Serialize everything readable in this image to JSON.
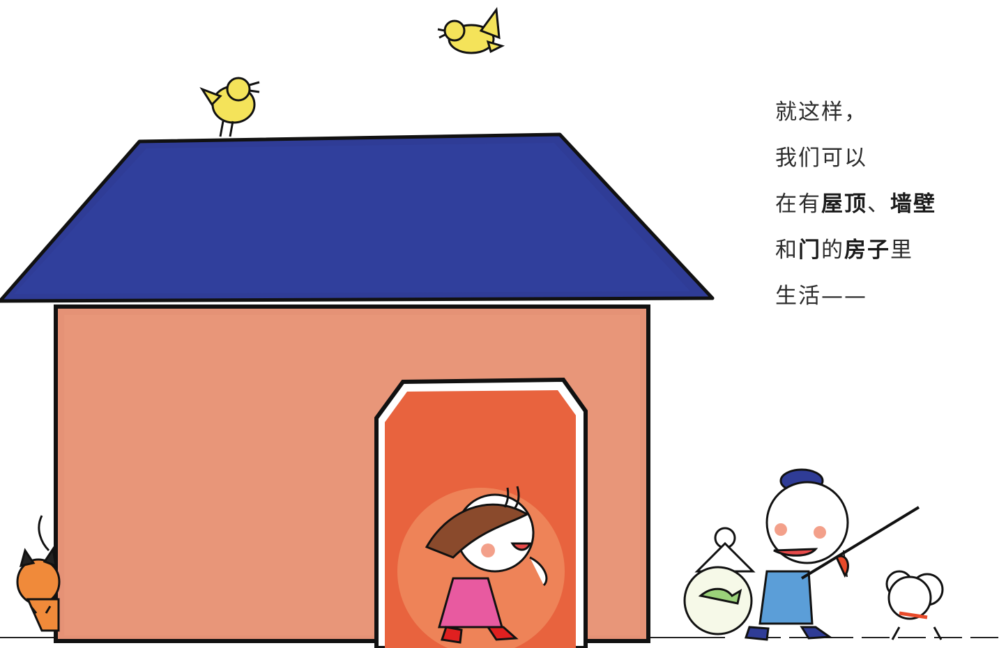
{
  "story": {
    "line1": "就这样，",
    "line2": "我们可以",
    "line3": {
      "a": "在有",
      "b": "屋顶",
      "c": "、",
      "d": "墙壁"
    },
    "line4": {
      "a": "和",
      "b": "门",
      "c": "的",
      "d": "房子",
      "e": "里"
    },
    "line5": "生活——"
  },
  "colors": {
    "roof": "#2f3c96",
    "wall": "#e59276",
    "door_inner": "#e8633e",
    "outline": "#111111",
    "bird": "#f4e35a",
    "dress": "#e85aa0",
    "hair": "#8a4a2c",
    "shirt": "#5b9ed8",
    "hat": "#2f3c96"
  }
}
